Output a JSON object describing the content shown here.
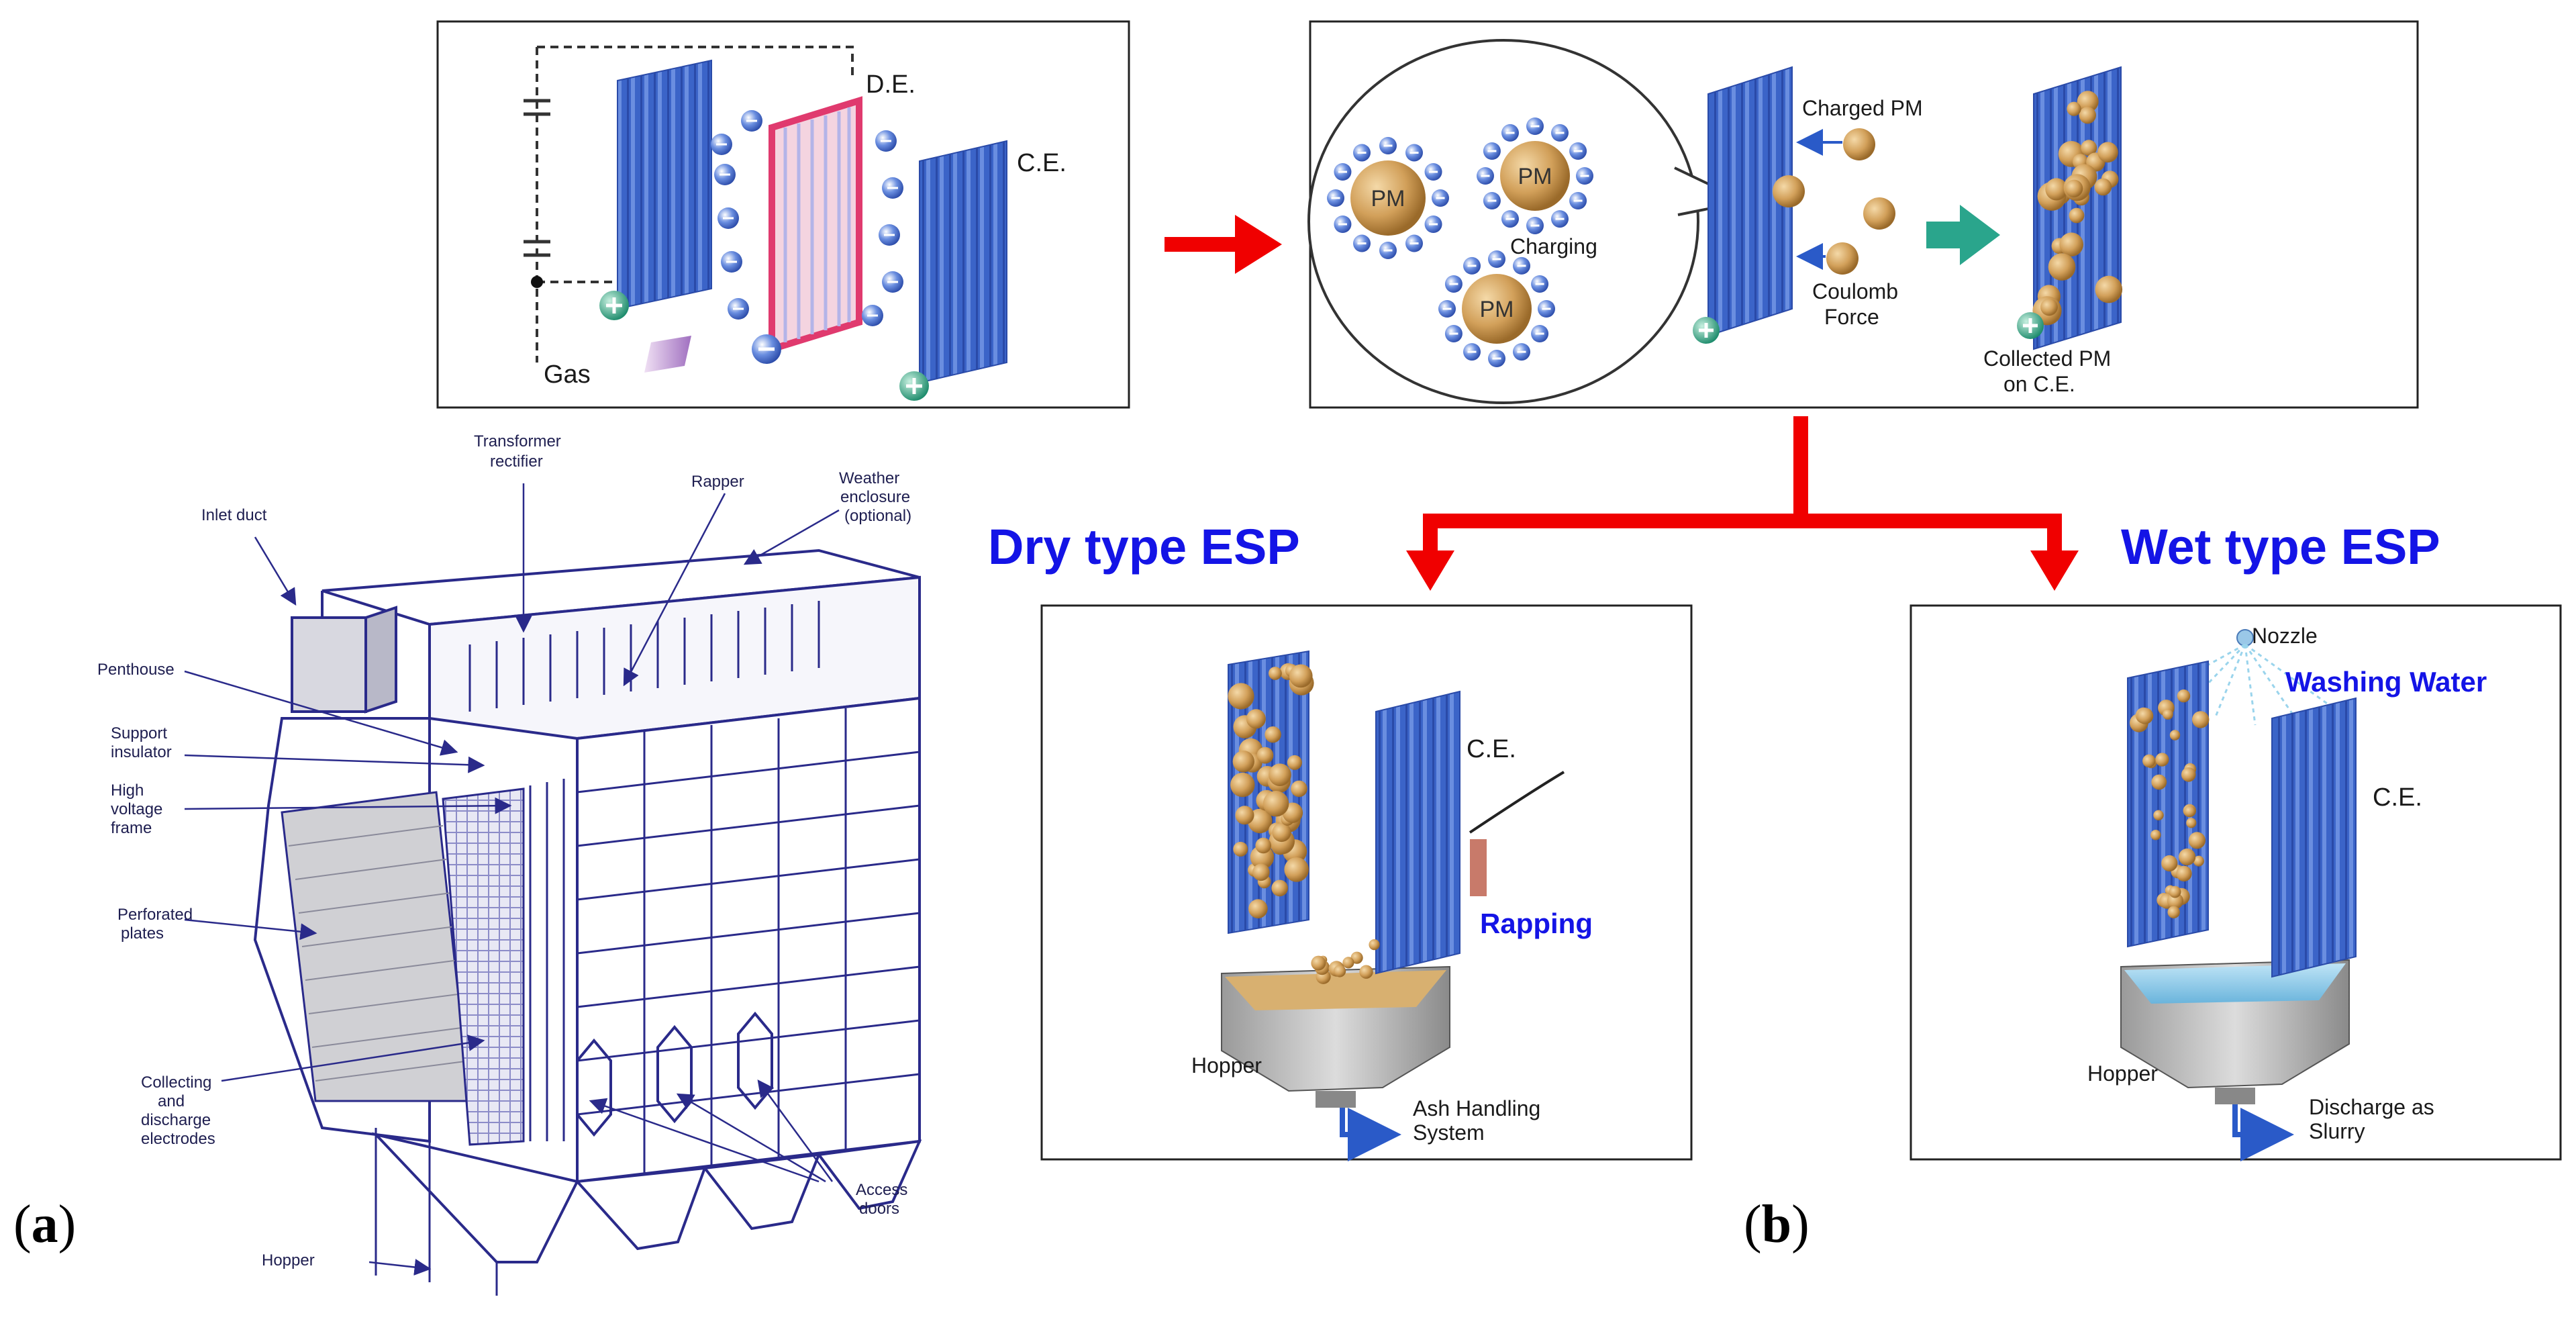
{
  "colors": {
    "arrow_red": "#f00000",
    "esp_title_blue": "#1414e6",
    "electrode_blue": "#3b64c8",
    "discharge_pink": "#e03a6e",
    "particle_tan": "#d2a05a",
    "teal_arrow": "#2aa58c",
    "drawing_navy": "#2a2a8a"
  },
  "panel_a": {
    "letter": "a",
    "labels": {
      "transformer": "Transformer rectifier",
      "rapper": "Rapper",
      "weather": "Weather enclosure (optional)",
      "inlet": "Inlet duct",
      "penthouse": "Penthouse",
      "support": "Support insulator",
      "hv_frame": "High voltage frame",
      "perforated": "Perforated plates",
      "collecting": "Collecting and discharge electrodes",
      "access": "Access doors",
      "hopper": "Hopper"
    }
  },
  "panel_b": {
    "letter": "b",
    "top_left": {
      "de": "D.E.",
      "ce": "C.E.",
      "gas": "Gas"
    },
    "top_right": {
      "pm": "PM",
      "charging": "Charging",
      "charged_pm": "Charged PM",
      "coulomb": "Coulomb Force",
      "collected": "Collected PM on C.E."
    },
    "dry": {
      "title": "Dry type ESP",
      "ce": "C.E.",
      "rapping": "Rapping",
      "hopper": "Hopper",
      "ash": "Ash Handling System"
    },
    "wet": {
      "title": "Wet type ESP",
      "nozzle": "Nozzle",
      "washing": "Washing Water",
      "ce": "C.E.",
      "hopper": "Hopper",
      "discharge": "Discharge as Slurry"
    }
  }
}
